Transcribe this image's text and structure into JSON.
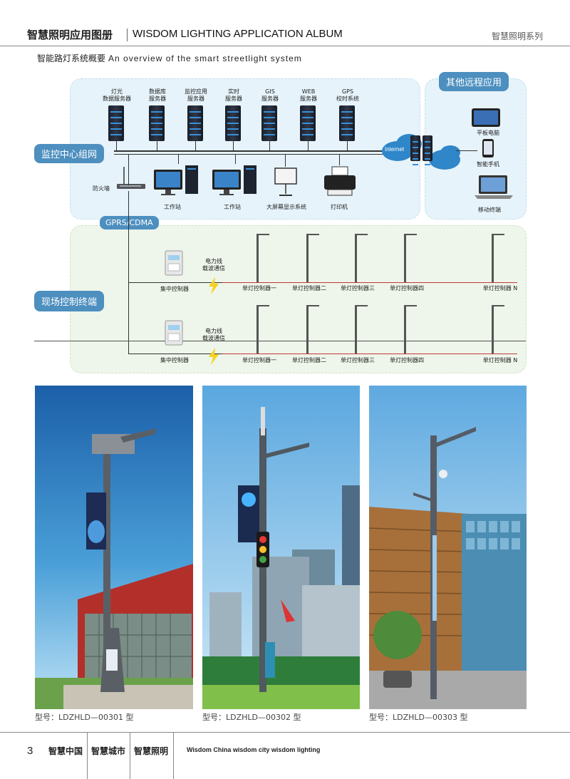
{
  "header": {
    "title_cn": "智慧照明应用图册",
    "title_en": "WISDOM LIGHTING APPLICATION ALBUM",
    "series": "智慧照明系列"
  },
  "subtitle": {
    "cn": "智能路灯系统概要",
    "en": "An overview of the smart streetlight system"
  },
  "diagram": {
    "monitor_center": "监控中心组网",
    "remote_apps": "其他远程应用",
    "field_terminal": "现场控制终端",
    "gprs": "GPRS/CDMA",
    "internet": "Internet",
    "firewall": "防火墙",
    "servers": [
      {
        "l1": "灯光",
        "l2": "数据服务器"
      },
      {
        "l1": "数据库",
        "l2": "服务器"
      },
      {
        "l1": "监控应用",
        "l2": "服务器"
      },
      {
        "l1": "实时",
        "l2": "服务器"
      },
      {
        "l1": "GIS",
        "l2": "服务器"
      },
      {
        "l1": "WEB",
        "l2": "服务器"
      },
      {
        "l1": "GPS",
        "l2": "校时系统"
      }
    ],
    "workstation_1": "工作站",
    "workstation_2": "工作站",
    "big_screen": "大屏幕显示系统",
    "printer": "打印机",
    "tablet": "平板电脑",
    "phone": "智能手机",
    "laptop": "移动终端",
    "concentrator": "集中控制器",
    "plc_1": "电力线",
    "plc_2": "载波通信",
    "controllers": [
      "单灯控制器一",
      "单灯控制器二",
      "单灯控制器三",
      "单灯控制器四",
      "单灯控制器 N"
    ]
  },
  "photos": [
    {
      "caption": "型号：LDZHLD—00301 型"
    },
    {
      "caption": "型号：LDZHLD—00302 型"
    },
    {
      "caption": "型号：LDZHLD—00303 型"
    }
  ],
  "footer": {
    "page": "3",
    "item1": "智慧中国",
    "item2": "智慧城市",
    "item3": "智慧照明",
    "en": "Wisdom China  wisdom city  wisdom lighting"
  },
  "colors": {
    "accent": "#4d8fbf",
    "panel_blue": "#e6f3fa",
    "panel_green": "#eef5ea",
    "powerline": "#c23a3a"
  }
}
